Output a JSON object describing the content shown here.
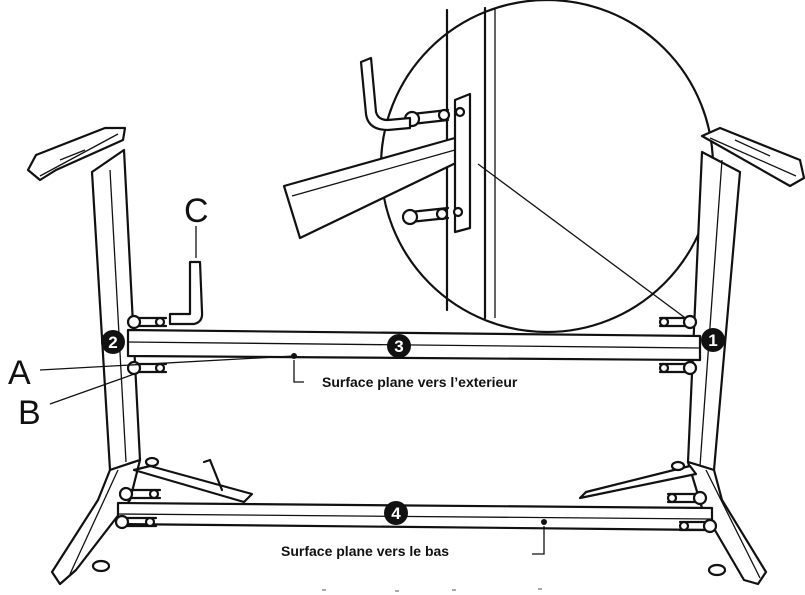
{
  "labels": {
    "part_a": "A",
    "part_b": "B",
    "part_c": "C"
  },
  "badges": {
    "b1": "1",
    "b2": "2",
    "b3": "3",
    "b4": "4"
  },
  "notes": {
    "upper_bar": "Surface plane vers l’exterieur",
    "lower_bar": "Surface plane vers le bas"
  }
}
